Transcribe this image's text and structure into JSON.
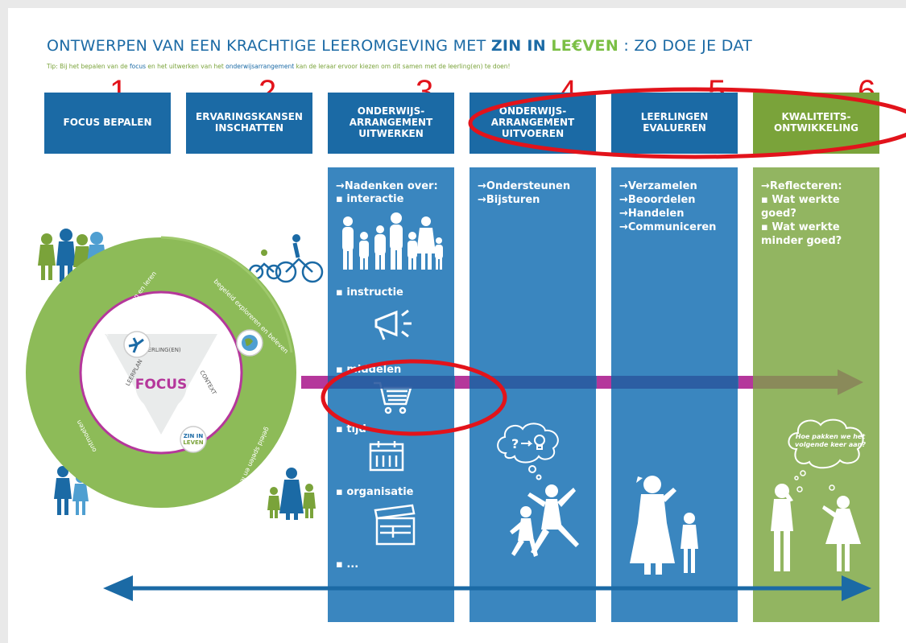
{
  "title": {
    "main": "ONTWERPEN VAN EEN KRACHTIGE LEEROMGEVING MET",
    "logo_zin": "ZIN IN",
    "logo_leven": "LE€VEN",
    "suffix": ": ZO DOE JE DAT"
  },
  "tip": {
    "part1": "Tip: Bij het bepalen van de ",
    "focus": "focus",
    "part2": " en het uitwerken van het ",
    "arrangement": "onderwijsarrangement",
    "part3": " kan de leraar ervoor kiezen om dit samen met de leerling(en) te doen!"
  },
  "step_numbers": [
    "1",
    "2",
    "3",
    "4",
    "5",
    "6"
  ],
  "headers": [
    "FOCUS BEPALEN",
    "ERVARINGSKANSEN\nINSCHATTEN",
    "ONDERWIJS-\nARRANGEMENT\nUITWERKEN",
    "ONDERWIJS-\nARRANGEMENT\nUITVOEREN",
    "LEERLINGEN\nEVALUEREN",
    "KWALITEITS-\nONTWIKKELING"
  ],
  "col3": {
    "intro": "→Nadenken over:",
    "items": [
      "▪ interactie",
      "▪ instructie",
      "▪ middelen",
      "▪ tijd",
      "▪ organisatie",
      "▪ ..."
    ]
  },
  "col4": {
    "items": [
      "→Ondersteunen",
      "→Bijsturen"
    ]
  },
  "col5": {
    "items": [
      "→Verzamelen",
      "→Beoordelen",
      "→Handelen",
      "→Communiceren"
    ]
  },
  "col6": {
    "items": [
      "→Reflecteren:",
      "▪ Wat werkte goed?",
      "▪ Wat werkte minder goed?"
    ],
    "bubble": "Hoe pakken we het volgende keer aan?"
  },
  "circle": {
    "focus": "FOCUS",
    "leerlingen": "LEERLING(EN)",
    "context": "CONTEXT",
    "leerplan": "LEERPLAN",
    "seg_top_left": "zelfstandig spelen en leren",
    "seg_top_right": "begeleid exploreren en beleven",
    "seg_bottom_right": "geleid spelen en leren",
    "seg_bottom_left": "ontmoeten",
    "badge_zin": "ZIN IN",
    "badge_leven": "LEVEN"
  },
  "colors": {
    "blue_header": "#1b6aa5",
    "blue_col": "#3a86bf",
    "green_header": "#7aa33a",
    "green_col": "#92b561",
    "magenta": "#b5379b",
    "annotation_red": "#e2131b"
  },
  "icons": [
    "family-icon",
    "megaphone-icon",
    "shopping-cart-icon",
    "calendar-icon",
    "clapperboard-icon",
    "lightbulb-icon",
    "thought-cloud-icon",
    "children-group-icon",
    "cyclists-icon",
    "mother-child-icon",
    "woman-thinking-icon",
    "two-people-talking-icon"
  ]
}
